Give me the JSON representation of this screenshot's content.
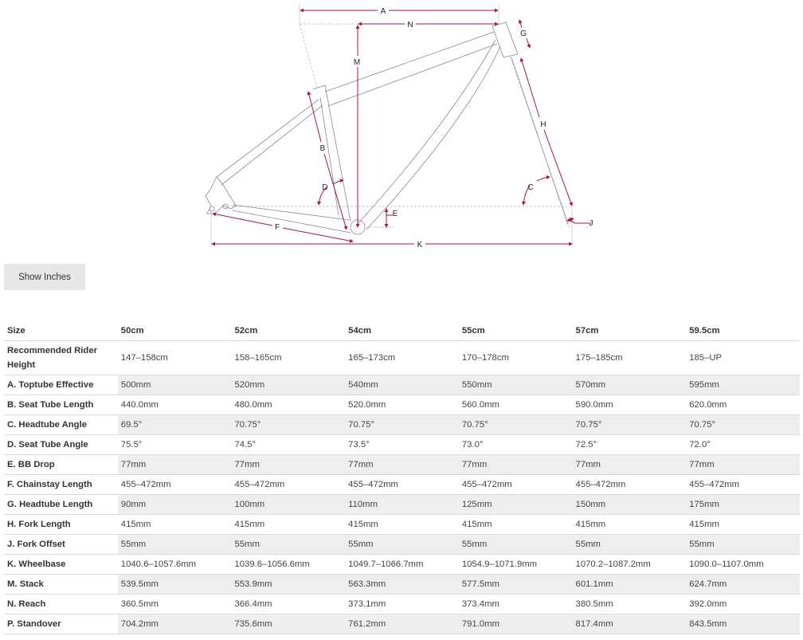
{
  "diagram": {
    "labels": {
      "A": "A",
      "N": "N",
      "M": "M",
      "G": "G",
      "H": "H",
      "B": "B",
      "D": "D",
      "C": "C",
      "E": "E",
      "F": "F",
      "K": "K",
      "J": "J"
    },
    "accent_color": "#a8163a",
    "line_color": "#8a8a8a"
  },
  "toggle": {
    "label": "Show Inches"
  },
  "table": {
    "header": [
      "Size",
      "50cm",
      "52cm",
      "54cm",
      "55cm",
      "57cm",
      "59.5cm"
    ],
    "rows": [
      {
        "label": "Recommended Rider Height",
        "values": [
          "147–158cm",
          "158–165cm",
          "165–173cm",
          "170–178cm",
          "175–185cm",
          "185–UP"
        ]
      },
      {
        "label": "A. Toptube Effective",
        "values": [
          "500mm",
          "520mm",
          "540mm",
          "550mm",
          "570mm",
          "595mm"
        ]
      },
      {
        "label": "B. Seat Tube Length",
        "values": [
          "440.0mm",
          "480.0mm",
          "520.0mm",
          "560.0mm",
          "590.0mm",
          "620.0mm"
        ]
      },
      {
        "label": "C. Headtube Angle",
        "values": [
          "69.5°",
          "70.75°",
          "70.75°",
          "70.75°",
          "70.75°",
          "70.75°"
        ]
      },
      {
        "label": "D. Seat Tube Angle",
        "values": [
          "75.5°",
          "74.5°",
          "73.5°",
          "73.0°",
          "72.5°",
          "72.0°"
        ]
      },
      {
        "label": "E. BB Drop",
        "values": [
          "77mm",
          "77mm",
          "77mm",
          "77mm",
          "77mm",
          "77mm"
        ]
      },
      {
        "label": "F. Chainstay Length",
        "values": [
          "455–472mm",
          "455–472mm",
          "455–472mm",
          "455–472mm",
          "455–472mm",
          "455–472mm"
        ]
      },
      {
        "label": "G. Headtube Length",
        "values": [
          "90mm",
          "100mm",
          "110mm",
          "125mm",
          "150mm",
          "175mm"
        ]
      },
      {
        "label": "H. Fork Length",
        "values": [
          "415mm",
          "415mm",
          "415mm",
          "415mm",
          "415mm",
          "415mm"
        ]
      },
      {
        "label": "J. Fork Offset",
        "values": [
          "55mm",
          "55mm",
          "55mm",
          "55mm",
          "55mm",
          "55mm"
        ]
      },
      {
        "label": "K. Wheelbase",
        "values": [
          "1040.6–1057.6mm",
          "1039.6–1056.6mm",
          "1049.7–1066.7mm",
          "1054.9–1071.9mm",
          "1070.2–1087.2mm",
          "1090.0–1107.0mm"
        ]
      },
      {
        "label": "M. Stack",
        "values": [
          "539.5mm",
          "553.9mm",
          "563.3mm",
          "577.5mm",
          "601.1mm",
          "624.7mm"
        ]
      },
      {
        "label": "N. Reach",
        "values": [
          "360.5mm",
          "366.4mm",
          "373.1mm",
          "373.4mm",
          "380.5mm",
          "392.0mm"
        ]
      },
      {
        "label": "P. Standover",
        "values": [
          "704.2mm",
          "735.6mm",
          "761.2mm",
          "791.0mm",
          "817.4mm",
          "843.5mm"
        ]
      }
    ]
  }
}
